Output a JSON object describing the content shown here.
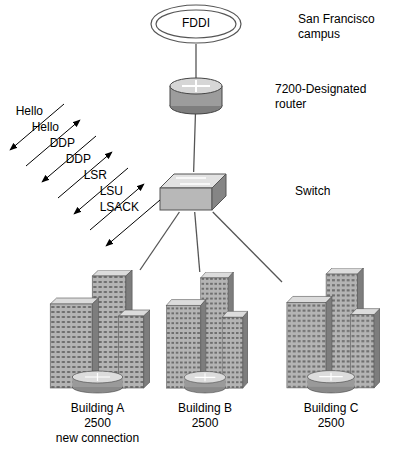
{
  "diagram": {
    "nodes": [
      {
        "text": [
          "FDDI"
        ]
      },
      {
        "text": [
          "7200-Designated router"
        ]
      },
      {
        "text": [
          "Switch"
        ]
      },
      {
        "text": [
          "Building A",
          "2500",
          "new connection"
        ]
      },
      {
        "text": [
          "Building B",
          "2500"
        ]
      },
      {
        "text": [
          "Building C",
          "2500"
        ]
      }
    ],
    "edges": [
      {
        "from": 0,
        "to": 1,
        "arrow": "none"
      },
      {
        "from": 1,
        "to": 2,
        "arrow": "none"
      },
      {
        "from": 2,
        "to": 3,
        "arrow": "none"
      },
      {
        "from": 2,
        "to": 4,
        "arrow": "none"
      },
      {
        "from": 2,
        "to": 5,
        "arrow": "none"
      }
    ],
    "labels": [
      "San Francisco campus",
      "Hello",
      "Hello",
      "DDP",
      "DDP",
      "LSR",
      "LSU",
      "LSACK"
    ]
  }
}
